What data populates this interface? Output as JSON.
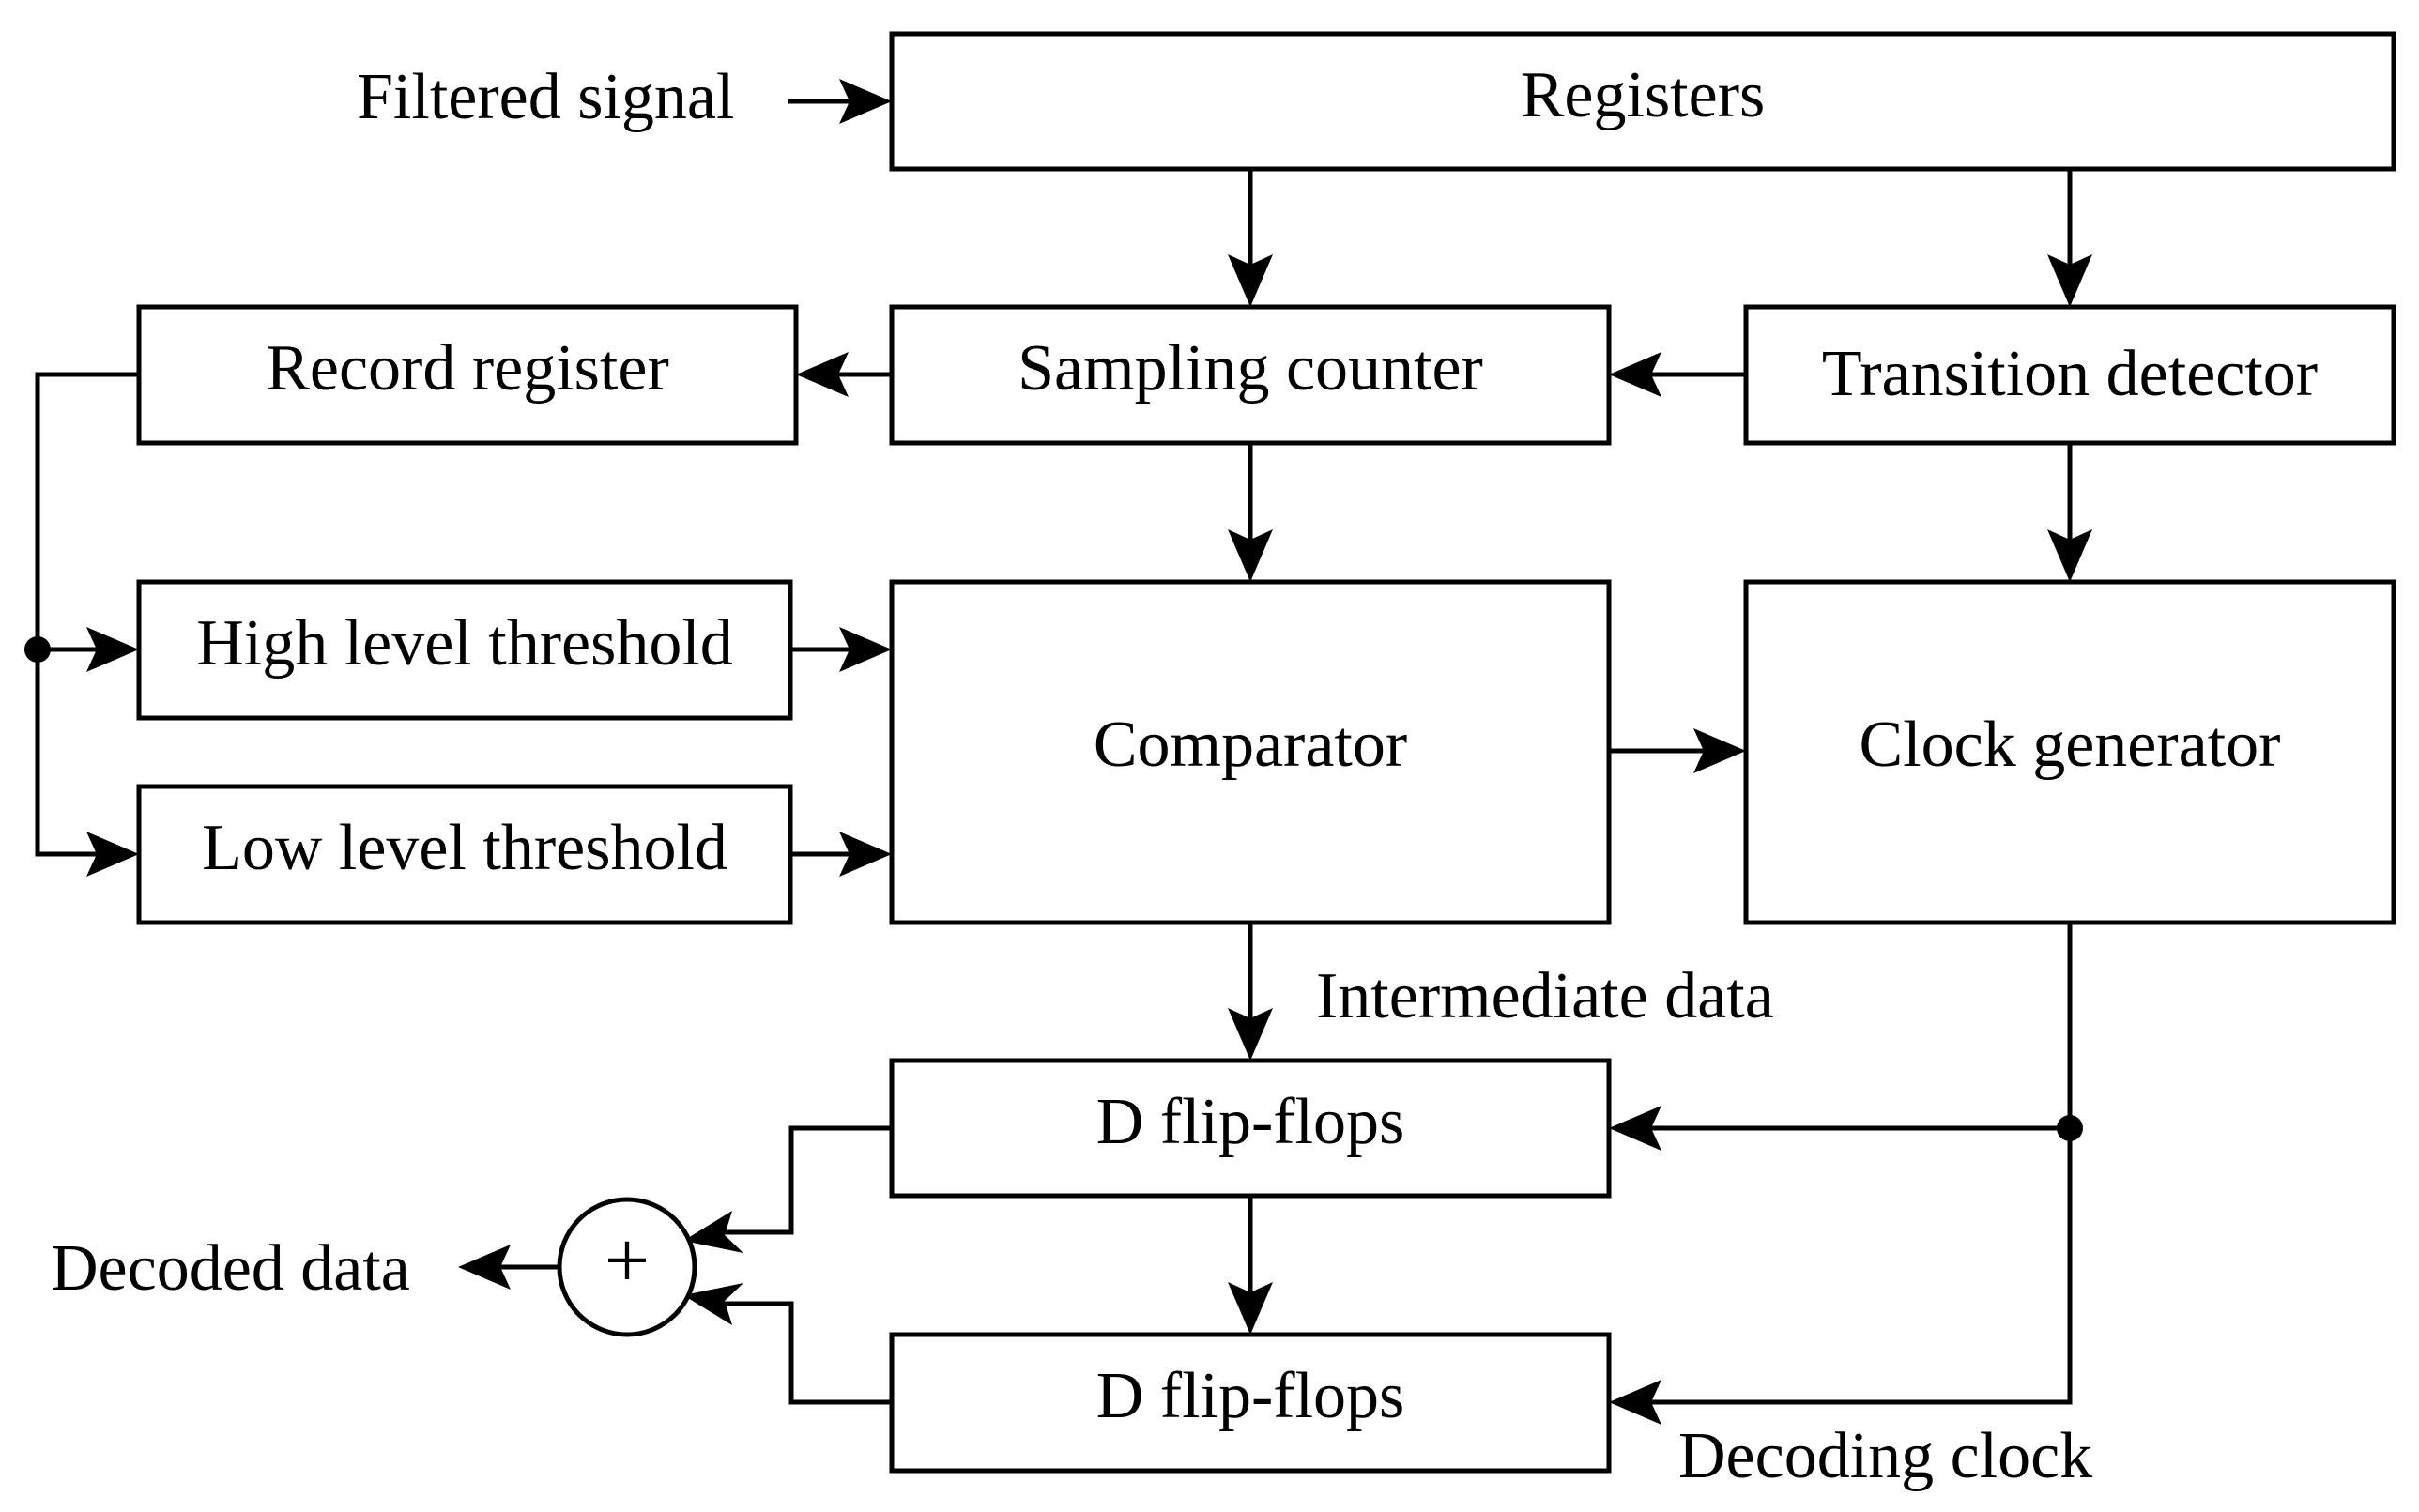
{
  "blocks": {
    "registers": "Registers",
    "sampling_counter": "Sampling counter",
    "transition_detector": "Transition detector",
    "record_register": "Record register",
    "high_level_threshold": "High level threshold",
    "low_level_threshold": "Low level threshold",
    "comparator": "Comparator",
    "clock_generator": "Clock generator",
    "d_flip_flops_1": "D flip-flops",
    "d_flip_flops_2": "D flip-flops"
  },
  "labels": {
    "filtered_signal": "Filtered signal",
    "intermediate_data": "Intermediate data",
    "decoded_data": "Decoded data",
    "decoding_clock": "Decoding clock",
    "xor_symbol": "+"
  }
}
